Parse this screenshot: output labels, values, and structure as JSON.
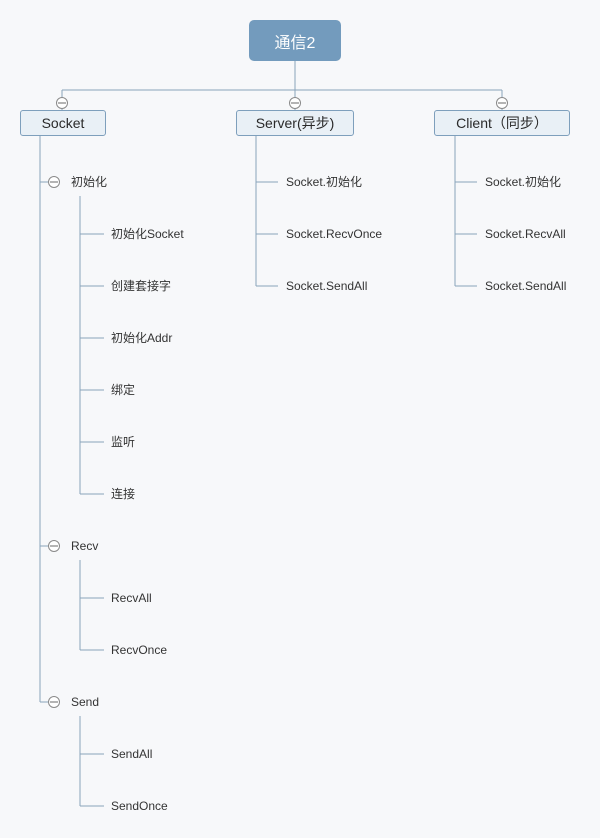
{
  "root": {
    "label": "通信2"
  },
  "branches": {
    "socket": {
      "label": "Socket",
      "groups": {
        "init": {
          "label": "初始化",
          "items": [
            "初始化Socket",
            "创建套接字",
            "初始化Addr",
            "绑定",
            "监听",
            "连接"
          ]
        },
        "recv": {
          "label": "Recv",
          "items": [
            "RecvAll",
            "RecvOnce"
          ]
        },
        "send": {
          "label": "Send",
          "items": [
            "SendAll",
            "SendOnce"
          ]
        }
      }
    },
    "server": {
      "label": "Server(异步)",
      "items": [
        "Socket.初始化",
        "Socket.RecvOnce",
        "Socket.SendAll"
      ]
    },
    "client": {
      "label": "Client（同步）",
      "items": [
        "Socket.初始化",
        "Socket.RecvAll",
        "Socket.SendAll"
      ]
    }
  },
  "colors": {
    "root_fill": "#739bbd",
    "branch_fill": "#e9f0f6",
    "branch_border": "#7e9fbc",
    "connector": "#8aa4bb",
    "background": "#f7f8fa"
  },
  "icons": {
    "collapse": "minus-circle-icon"
  }
}
